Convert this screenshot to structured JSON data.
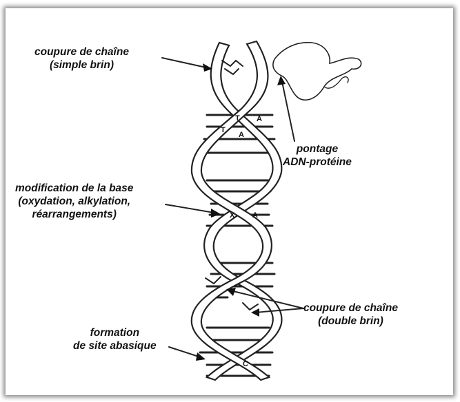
{
  "labels": {
    "single_strand_break": {
      "line1": "coupure de chaîne",
      "line2": "(simple brin)"
    },
    "crosslink": {
      "line1": "pontage",
      "line2": "ADN-protéine"
    },
    "base_modification": {
      "line1": "modification de la base",
      "line2": "(oxydation, alkylation,",
      "line3": "réarrangements)"
    },
    "double_strand_break": {
      "line1": "coupure de chaîne",
      "line2": "(double brin)"
    },
    "abasic_site": {
      "line1": "formation",
      "line2": "de site abasique"
    }
  },
  "bases": {
    "pair1_left": "T",
    "pair1_right": "A",
    "pair2_left": "T",
    "pair2_right": "A",
    "modified_left": "X",
    "modified_right": "A",
    "abasic_partner": "C"
  },
  "colors": {
    "ink": "#111111",
    "shadow": "rgba(0,0,0,0.45)"
  }
}
